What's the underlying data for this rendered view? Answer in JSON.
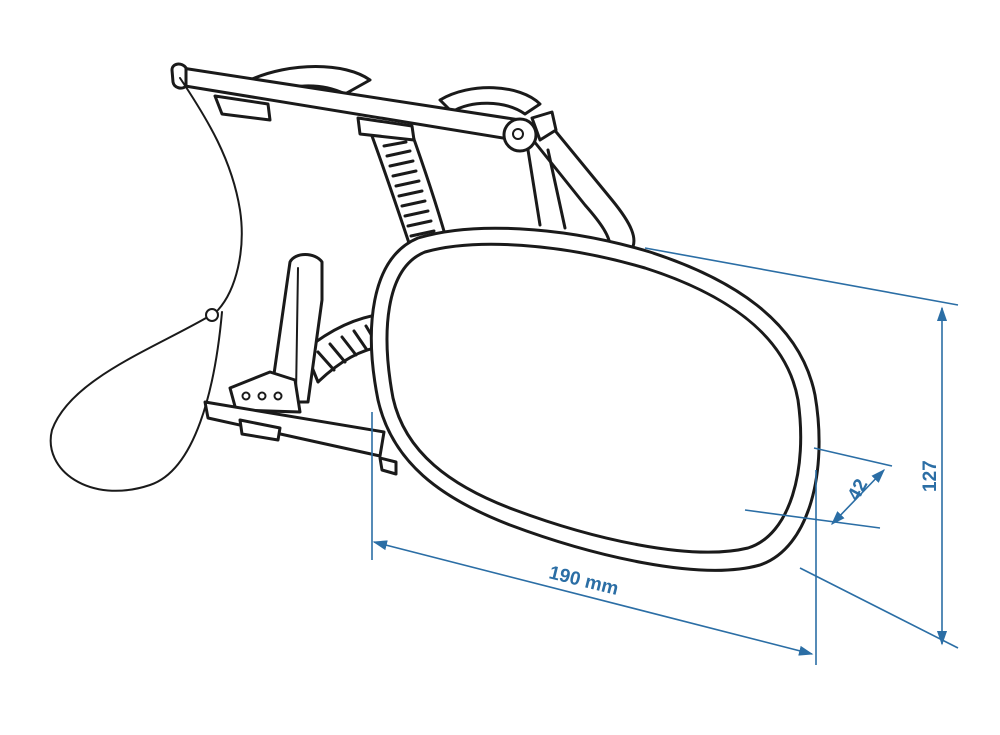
{
  "dimensions": {
    "width_label": "190 mm",
    "height_label": "127",
    "depth_label": "42"
  },
  "colors": {
    "dimension": "#2b6ea5",
    "outline": "#1a1a1a",
    "background": "#ffffff"
  }
}
